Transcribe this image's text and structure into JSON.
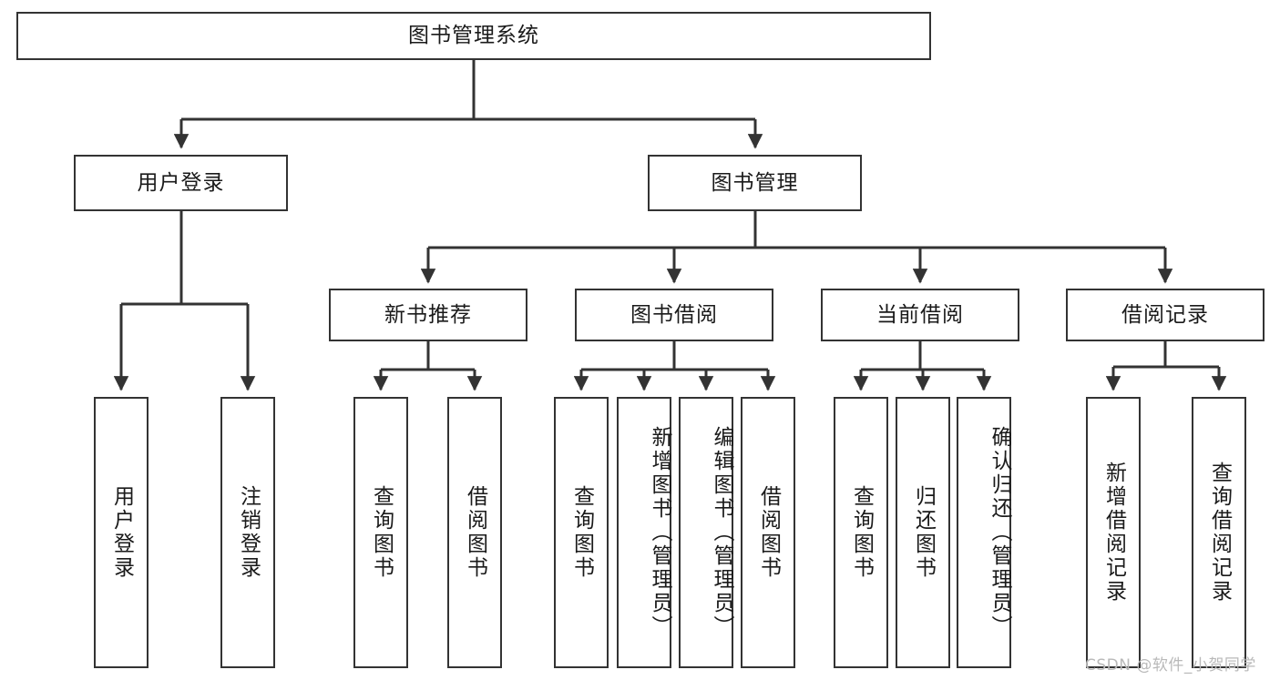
{
  "diagram": {
    "title_node": {
      "label": "图书管理系统"
    },
    "level2": [
      {
        "id": "user-login",
        "label": "用户登录"
      },
      {
        "id": "book-management",
        "label": "图书管理"
      }
    ],
    "level3": [
      {
        "id": "new-book-recommend",
        "label": "新书推荐"
      },
      {
        "id": "book-borrow",
        "label": "图书借阅"
      },
      {
        "id": "current-borrow",
        "label": "当前借阅"
      },
      {
        "id": "borrow-record",
        "label": "借阅记录"
      }
    ],
    "leaves": [
      {
        "id": "leaf-user-login",
        "label": "用户登录",
        "align": "center"
      },
      {
        "id": "leaf-logout-login",
        "label": "注销登录",
        "align": "center"
      },
      {
        "id": "leaf-query-book-1",
        "label": "查询图书",
        "align": "center"
      },
      {
        "id": "leaf-borrow-book-1",
        "label": "借阅图书",
        "align": "center"
      },
      {
        "id": "leaf-query-book-2",
        "label": "查询图书",
        "align": "center"
      },
      {
        "id": "leaf-add-book-admin",
        "label": "新增图书（管理员）",
        "align": "top"
      },
      {
        "id": "leaf-edit-book-admin",
        "label": "编辑图书（管理员）",
        "align": "top"
      },
      {
        "id": "leaf-borrow-book-2",
        "label": "借阅图书",
        "align": "center"
      },
      {
        "id": "leaf-query-book-3",
        "label": "查询图书",
        "align": "center"
      },
      {
        "id": "leaf-return-book",
        "label": "归还图书",
        "align": "center"
      },
      {
        "id": "leaf-confirm-return-admin",
        "label": "确认归还（管理员）",
        "align": "top"
      },
      {
        "id": "leaf-add-borrow-record",
        "label": "新增借阅记录",
        "align": "center"
      },
      {
        "id": "leaf-query-borrow-record",
        "label": "查询借阅记录",
        "align": "center"
      }
    ],
    "watermark": {
      "text": "CSDN @软件_小贺同学"
    },
    "colors": {
      "stroke": "#333333",
      "fill": "#ffffff",
      "text": "#1a1a1a",
      "watermark": "#b9b9b9"
    }
  }
}
